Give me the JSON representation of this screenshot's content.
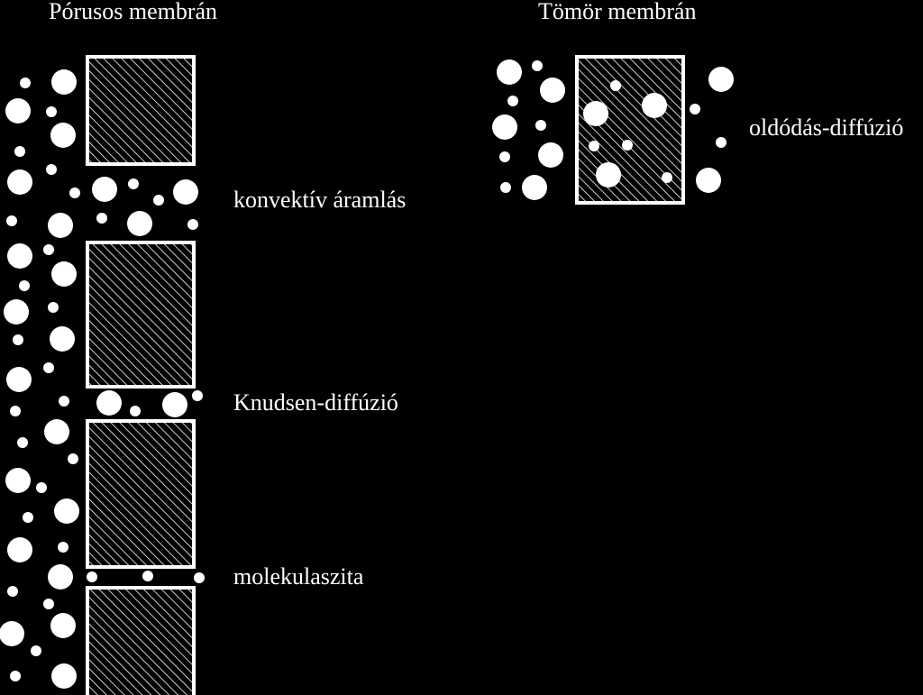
{
  "titles": {
    "porous": "Pórusos membrán",
    "dense": "Tömör membrán"
  },
  "mechanisms": {
    "convective": "konvektív áramlás",
    "knudsen": "Knudsen-diffúzió",
    "molecular_sieve": "molekulaszita",
    "solution_diffusion": "oldódás-diffúzió"
  },
  "colors": {
    "background": "#000000",
    "foreground": "#ffffff"
  }
}
